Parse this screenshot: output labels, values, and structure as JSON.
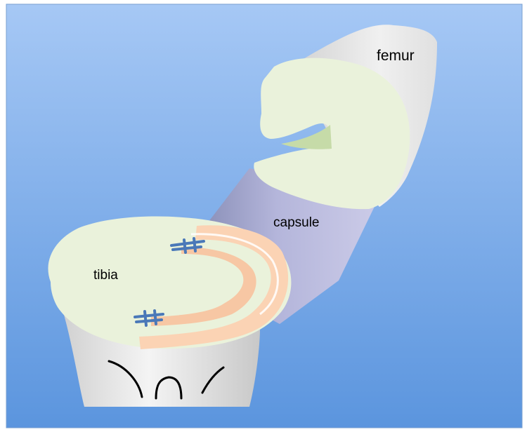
{
  "labels": {
    "femur": "femur",
    "capsule": "capsule",
    "tibia": "tibia"
  },
  "colors": {
    "background_top": "#a6c8f5",
    "background_bottom": "#5b95de",
    "bone_surface": "#eaf2db",
    "bone_shaft": "#e6e6e6",
    "capsule": "#c9c8e6",
    "meniscus": "#fbd3b4",
    "ligament_attachment": "#4a78b8",
    "outline": "#000000"
  }
}
